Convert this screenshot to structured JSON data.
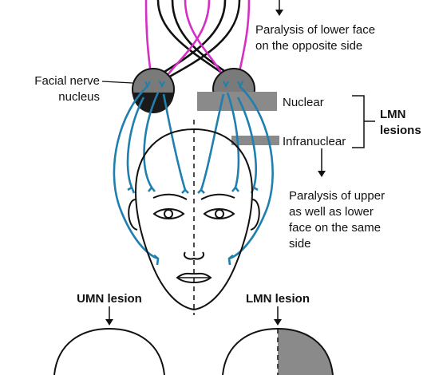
{
  "labels": {
    "upper_result_line1": "Paralysis of lower face",
    "upper_result_line2": "on the opposite side",
    "nucleus_line1": "Facial nerve",
    "nucleus_line2": "nucleus",
    "nuclear": "Nuclear",
    "infranuclear": "Infranuclear",
    "lmn_line1": "LMN",
    "lmn_line2": "lesions",
    "lower_result_line1": "Paralysis of upper",
    "lower_result_line2": "as well as lower",
    "lower_result_line3": "face on the same",
    "lower_result_line4": "side",
    "umn_lesion": "UMN lesion",
    "lmn_lesion": "LMN lesion"
  },
  "colors": {
    "corticobulbar": "#d62fc4",
    "facial_nerve": "#1f7fae",
    "outline": "#111111",
    "lesion_fill": "#8a8a8a",
    "nucleus_fill": "#7a7a7a"
  }
}
